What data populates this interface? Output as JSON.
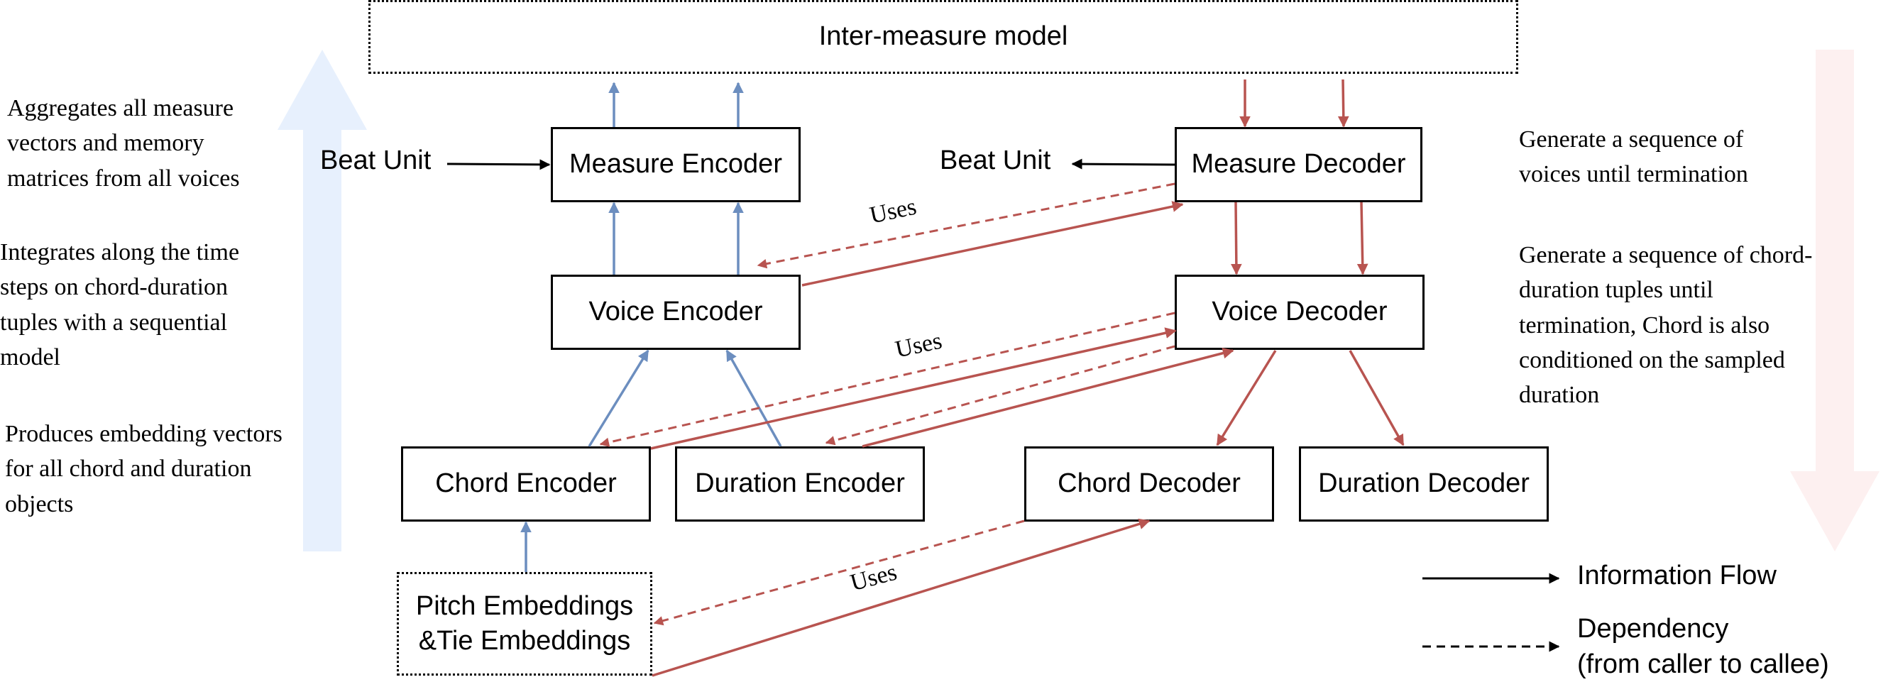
{
  "nodes": {
    "inter_measure": "Inter-measure model",
    "measure_encoder": "Measure Encoder",
    "measure_decoder": "Measure Decoder",
    "voice_encoder": "Voice Encoder",
    "voice_decoder": "Voice Decoder",
    "chord_encoder": "Chord Encoder",
    "duration_encoder": "Duration Encoder",
    "chord_decoder": "Chord Decoder",
    "duration_decoder": "Duration Decoder",
    "pitch_embeddings_line1": "Pitch Embeddings",
    "pitch_embeddings_line2": "&Tie Embeddings"
  },
  "labels": {
    "beat_unit_left": "Beat Unit",
    "beat_unit_right": "Beat Unit",
    "uses": "Uses"
  },
  "left_descriptions": {
    "measure": "Aggregates all measure vectors and memory matrices from all voices",
    "voice": "Integrates along the time steps on chord-duration tuples with a sequential model",
    "embedding": "Produces embedding vectors for all chord and duration objects"
  },
  "right_descriptions": {
    "measure": "Generate a sequence of voices  until termination",
    "voice": "Generate  a sequence of chord-duration tuples until termination, Chord is also conditioned on the sampled duration"
  },
  "legend": {
    "information_flow": "Information Flow",
    "dependency_line1": "Dependency",
    "dependency_line2": "(from caller to callee)"
  },
  "colors": {
    "encoder_arrow": "#6c8ebf",
    "decoder_arrow": "#b85450",
    "flow_arrow": "#000000",
    "encoder_band": "#dae8fc",
    "decoder_band": "#f8cecc"
  }
}
